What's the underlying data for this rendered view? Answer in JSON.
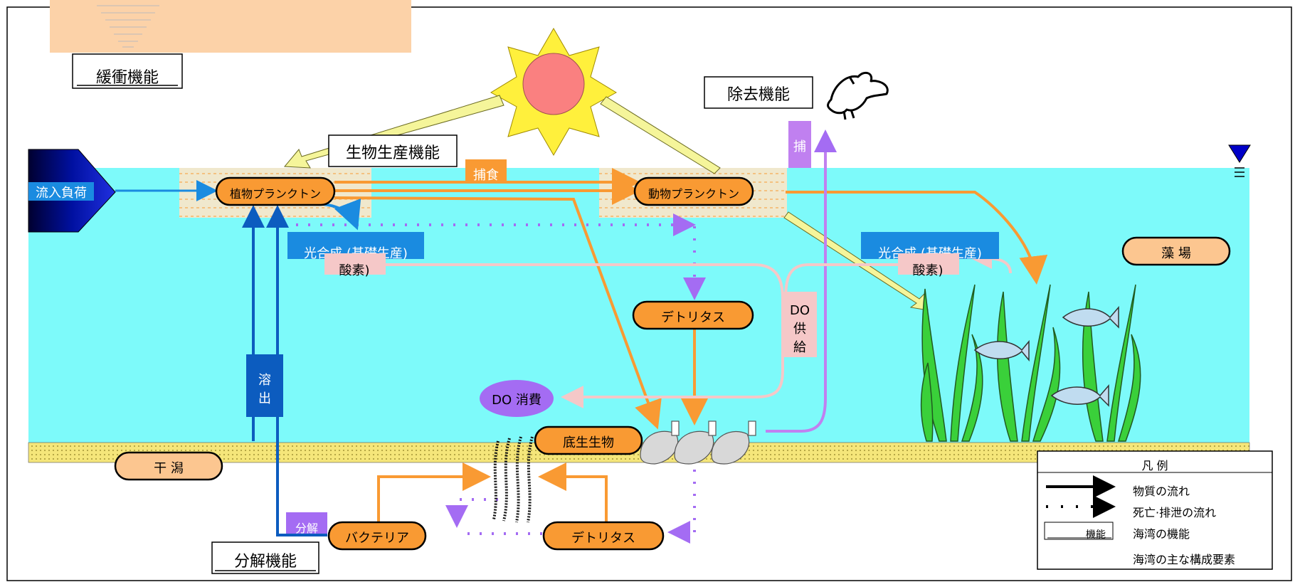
{
  "functions": {
    "buffer": "緩衝機能",
    "bio_production": "生物生産機能",
    "removal": "除去機能",
    "decomposition": "分解機能"
  },
  "nodes": {
    "inflow": "流入負荷",
    "phytoplankton": "植物プランクトン",
    "zooplankton": "動物プランクトン",
    "detritus_mid": "デトリタス",
    "detritus_bottom": "デトリタス",
    "benthos": "底生生物",
    "bacteria": "バクテリア",
    "seaweed_bed": "藻 場",
    "tidal_flat": "干 潟",
    "do_consumption": "DO 消費"
  },
  "labels": {
    "predation": "捕食",
    "photosynthesis_left": "光合成 (基礎生産)",
    "photosynthesis_right": "光合成 (基礎生産)",
    "oxygen_left": "酸素)",
    "oxygen_right": "酸素)",
    "do_supply": [
      "DO",
      "供",
      "給"
    ],
    "elution": [
      "溶",
      "出"
    ],
    "decompose": "分解",
    "capture": "捕"
  },
  "legend": {
    "title": "凡 例",
    "material_flow": "物質の流れ",
    "death_excretion_flow": "死亡·排泄の流れ",
    "function_box": "機能",
    "bay_function": "海湾の機能",
    "bay_components": "海湾の主な構成要素"
  },
  "colors": {
    "water": "#7dfafa",
    "orange": "#f99a33",
    "purple": "#a46cf3",
    "blue": "#1a8be0",
    "yellow_arrow": "#f5f59a",
    "pink": "#f5c8c8",
    "sand": "#f5e67a",
    "dark_blue_box": "#0c5cbf"
  }
}
